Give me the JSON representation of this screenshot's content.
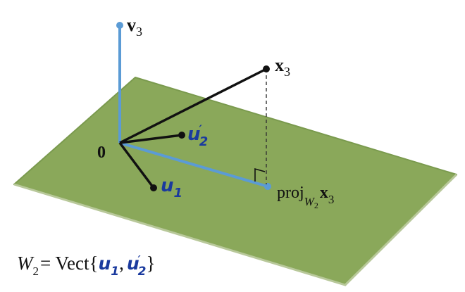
{
  "colors": {
    "plane_fill": "#8aa85a",
    "plane_edge": "#b8c89a",
    "basis_blue": "#5b9bd5",
    "vector_black": "#111111",
    "handwriting_blue": "#1a3a9e"
  },
  "labels": {
    "v3": {
      "main": "v",
      "sub": "3"
    },
    "x3": {
      "main": "x",
      "sub": "3"
    },
    "origin": "0",
    "u1": {
      "main": "u",
      "sub": "1"
    },
    "u2": {
      "main": "u",
      "sub": "2",
      "prime": "′"
    },
    "proj": {
      "prefix": "proj",
      "sub_main": "W",
      "sub_sub": "2",
      "vec": "x",
      "vec_sub": "3"
    }
  },
  "equation": {
    "lhs": "W",
    "lhs_sub": "2",
    "equals": "= Vect",
    "open": "{",
    "u1_main": "u",
    "u1_sub": "1",
    "comma": ",",
    "u2_main": "u",
    "u2_prime": "′",
    "u2_sub": "2",
    "close": "}"
  }
}
